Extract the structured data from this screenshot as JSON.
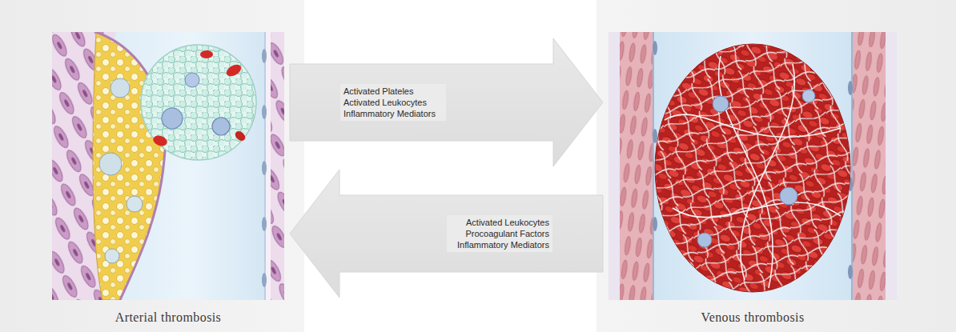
{
  "diagram": {
    "nodes": [
      {
        "text": [
          "Arterial thrombosis"
        ]
      },
      {
        "text": [
          "Venous thrombosis"
        ]
      }
    ],
    "edges": [
      {
        "from": 0,
        "to": 1,
        "arrow": "to",
        "label": "Activated Plateles Activated Leukocytes Inflammatory Mediators"
      },
      {
        "from": 1,
        "to": 0,
        "arrow": "to",
        "label": "Activated Leukocytes Procoagulant Factors Inflammatory Mediators"
      }
    ]
  }
}
